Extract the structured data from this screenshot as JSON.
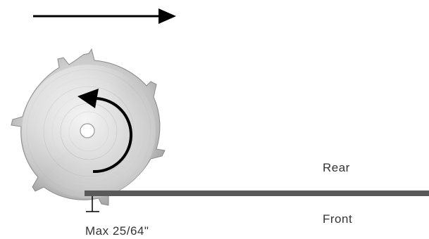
{
  "labels": {
    "rear": "Rear",
    "front": "Front",
    "max_depth": "Max 25/64\""
  },
  "icons": {
    "direction": "feed-direction-arrow-icon",
    "rotation": "blade-rotation-arrow-icon",
    "blade": "saw-blade-icon"
  },
  "colors": {
    "background": "#ffffff",
    "arrow": "#000000",
    "workpiece": "#5a5a5a",
    "blade_light": "#e8e8e8",
    "blade_dark": "#9a9a9a",
    "text": "#333333"
  }
}
